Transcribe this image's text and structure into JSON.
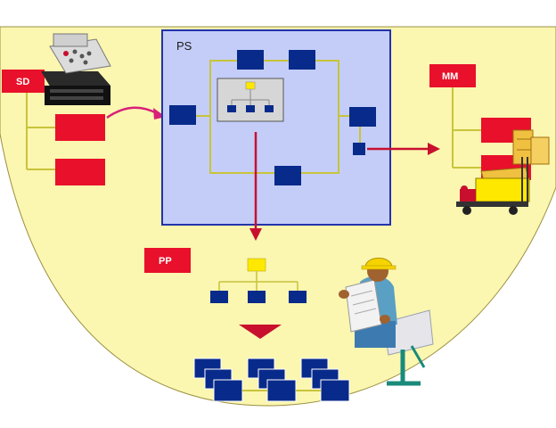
{
  "labels": {
    "sd": "SD",
    "ps": "PS",
    "mm": "MM",
    "pp": "PP"
  },
  "colors": {
    "background_fill": "#fbf6b0",
    "ps_panel_fill": "#c4cdf8",
    "ps_panel_border": "#2233aa",
    "module_box": "#e8102a",
    "node_box": "#082a8a",
    "connector": "#c8c43a",
    "arrow": "#c8102e",
    "pink_arrow": "#d8207a",
    "highlight_node": "#ffe800"
  },
  "icons": {
    "cash_register": "cash-register-icon",
    "forklift": "forklift-icon",
    "worker": "engineer-with-blueprint-icon"
  }
}
